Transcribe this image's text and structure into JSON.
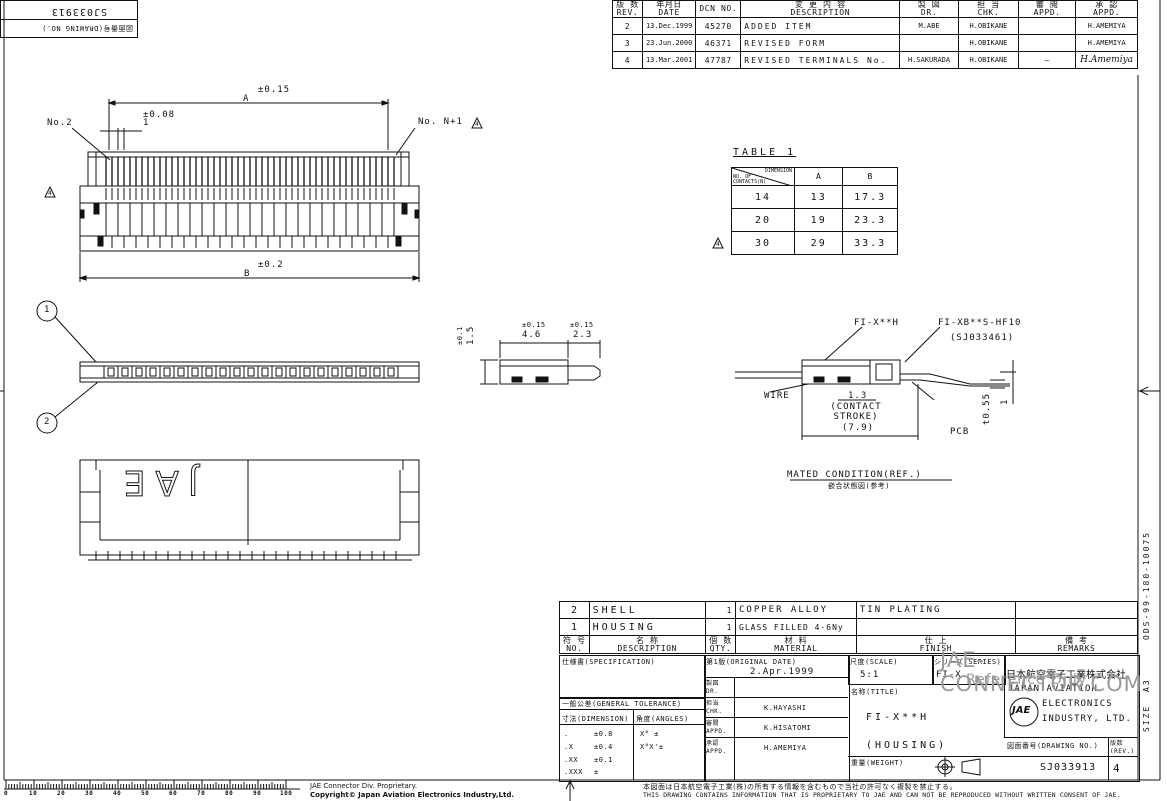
{
  "corner_stamp": {
    "number": "SJ033913",
    "label": "図面番号(DRAWING NO.)"
  },
  "revision_table": {
    "headers": [
      {
        "jp": "版 数",
        "en": "REV."
      },
      {
        "jp": "年月日",
        "en": "DATE"
      },
      {
        "jp": "",
        "en": "DCN NO."
      },
      {
        "jp": "変 更 内 容",
        "en": "DESCRIPTION"
      },
      {
        "jp": "製 図",
        "en": "DR."
      },
      {
        "jp": "担 当",
        "en": "CHK."
      },
      {
        "jp": "審 閲",
        "en": "APPD."
      },
      {
        "jp": "承 認",
        "en": "APPD."
      }
    ],
    "rows": [
      {
        "rev": "2",
        "date": "13.Dec.1999",
        "dcn": "45270",
        "desc": "ADDED ITEM",
        "dr": "M.ABE",
        "chk": "H.OBIKANE",
        "appd1": "",
        "appd2": "H.AMEMIYA"
      },
      {
        "rev": "3",
        "date": "23.Jun.2000",
        "dcn": "46371",
        "desc": "REVISED FORM",
        "dr": "",
        "chk": "H.OBIKANE",
        "appd1": "",
        "appd2": "H.AMEMIYA"
      },
      {
        "rev": "4",
        "date": "13.Mar.2001",
        "dcn": "47787",
        "desc": "REVISED TERMINALS No.",
        "dr": "H.SAKURADA",
        "chk": "H.OBIKANE",
        "appd1": "—",
        "appd2": "H.Amemiya"
      }
    ]
  },
  "top_view": {
    "dim_a_tol": "±0.15",
    "dim_a": "A",
    "dim_pitch_tol": "±0.08",
    "dim_pitch": "1",
    "label_no2": "No.2",
    "label_noN1": "No. N+1",
    "dim_b_tol": "±0.2",
    "dim_b": "B",
    "rev_mark": "4"
  },
  "table1": {
    "title": "TABLE 1",
    "header_dimension": "DIMENSION",
    "header_contacts": "NO. OF CONTACTS(N)",
    "cols": [
      "A",
      "B"
    ],
    "rows": [
      {
        "n": "14",
        "a": "13",
        "b": "17.3",
        "mark": ""
      },
      {
        "n": "20",
        "a": "19",
        "b": "23.3",
        "mark": ""
      },
      {
        "n": "30",
        "a": "29",
        "b": "33.3",
        "mark": "4"
      }
    ]
  },
  "side_view": {
    "dim_46_tol": "±0.15",
    "dim_46": "4.6",
    "dim_23_tol": "±0.15",
    "dim_23": "2.3",
    "dim_15_tol": "±0.1",
    "dim_15": "1.5"
  },
  "balloons": [
    "1",
    "2"
  ],
  "front_view": {
    "logo": "JAE"
  },
  "mated": {
    "label_fix": "FI-X**H",
    "label_fixb": "FI-XB**S-HF10",
    "label_fixb_sub": "(SJ033461)",
    "wire": "WIRE",
    "pcb": "PCB",
    "dim_13": "1.3",
    "contact_stroke": "(CONTACT STROKE)",
    "dim_79": "(7.9)",
    "dim_t": "t0.55",
    "dim_1": "1",
    "caption": "MATED CONDITION(REF.)",
    "caption_jp": "嵌合状態図(参考)"
  },
  "parts": {
    "rows": [
      {
        "no": "2",
        "desc": "SHELL",
        "qty": "1",
        "material": "COPPER ALLOY",
        "finish": "TIN PLATING",
        "remarks": ""
      },
      {
        "no": "1",
        "desc": "HOUSING",
        "qty": "1",
        "material": "GLASS FILLED 4-6Ny",
        "finish": "",
        "remarks": ""
      }
    ],
    "headers": [
      {
        "jp": "符 号",
        "en": "NO."
      },
      {
        "jp": "名 称",
        "en": "DESCRIPTION"
      },
      {
        "jp": "個 数",
        "en": "QTY."
      },
      {
        "jp": "材 料",
        "en": "MATERIAL"
      },
      {
        "jp": "仕 上",
        "en": "FINISH"
      },
      {
        "jp": "備 考",
        "en": "REMARKS"
      }
    ]
  },
  "title_block": {
    "spec_label": "仕様書(SPECIFICATION)",
    "tolerance_label": "一般公差(GENERAL TOLERANCE)",
    "dimension_label": "寸法(DIMENSION)",
    "angles_label": "角度(ANGLES)",
    "tol_rows": [
      {
        "key": ".",
        "val": "±0.8",
        "ang": "X°  ±"
      },
      {
        "key": ".X",
        "val": "±0.4",
        "ang": "X°X'±"
      },
      {
        "key": ".XX",
        "val": "±0.1",
        "ang": ""
      },
      {
        "key": ".XXX",
        "val": "±",
        "ang": ""
      }
    ],
    "original_date_label": "第1版(ORIGINAL DATE)",
    "original_date": "2.Apr.1999",
    "dr_label": "製図 DR.",
    "chk_label": "担当 CHK.",
    "chk": "K.HAYASHI",
    "appd1_label": "審閲 APPD.",
    "appd1": "K.HISATOMI",
    "appd2_label": "承認 APPD.",
    "appd2": "H.AMEMIYA",
    "scale_label": "尺度(SCALE)",
    "scale": "5:1",
    "series_label": "シリーズ(SERIES)",
    "series": "FI-X",
    "title_label": "名称(TITLE)",
    "title": "FI-X**H",
    "subtitle": "(HOUSING)",
    "weight_label": "重量(WEIGHT)",
    "company_jp": "日本航空電子工業株式会社",
    "company_en_1": "JAPAN AVIATION",
    "company_en_2": "ELECTRONICS",
    "company_en_3": "INDUSTRY, LTD.",
    "logo": "JAE",
    "drawing_no_label": "図面番号(DRAWING NO.)",
    "drawing_no": "SJ033913",
    "rev_label": "版数 (REV.)",
    "rev": "4"
  },
  "watermark": {
    "line1": "JAE-CONNECTOR.COM",
    "line2": "Reference Only"
  },
  "side_strip": {
    "code": "ODS-99-180-10075",
    "size_label": "SIZE",
    "size": "A3"
  },
  "footer": {
    "ruler_ticks": [
      "0",
      "10",
      "20",
      "30",
      "40",
      "50",
      "60",
      "70",
      "80",
      "90",
      "100"
    ],
    "proprietary_1": "JAE Connector Div. Proprietary.",
    "proprietary_2": "Copyright©  Japan Aviation Electronics Industry,Ltd.",
    "notice_jp": "本図面は日本航空電子工業(株)の所有する情報を含むもので当社の許可なく複製を禁止する。",
    "notice_en": "THIS DRAWING CONTAINS INFORMATION THAT IS PROPRIETARY TO JAE AND CAN NOT BE REPRODUCED WITHOUT WRITTEN CONSENT OF JAE."
  }
}
